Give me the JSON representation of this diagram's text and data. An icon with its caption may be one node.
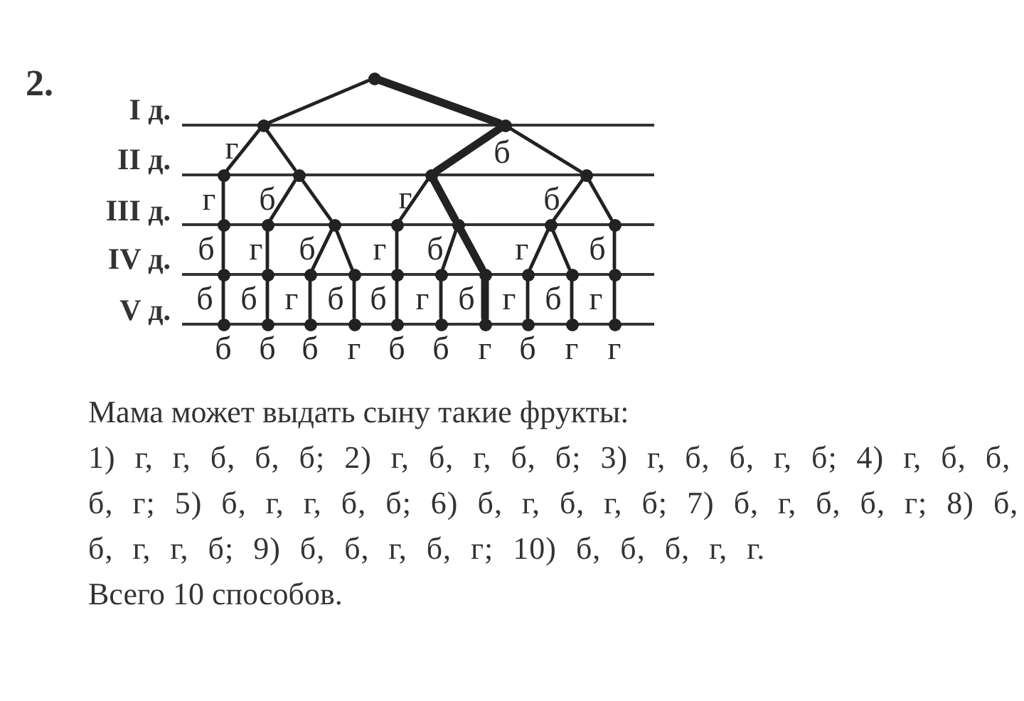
{
  "diagram": {
    "nodes": [
      {
        "text": [],
        "shape": "circle"
      },
      {
        "text": [],
        "shape": "circle",
        "beside": [
          "г"
        ]
      },
      {
        "text": [],
        "shape": "circle",
        "beside": [
          "б"
        ]
      },
      {
        "text": [],
        "shape": "circle",
        "beside": [
          "г"
        ]
      },
      {
        "text": [],
        "shape": "circle",
        "beside": [
          "б"
        ]
      },
      {
        "text": [],
        "shape": "circle",
        "beside": [
          "г"
        ]
      },
      {
        "text": [],
        "shape": "circle",
        "beside": [
          "б"
        ]
      },
      {
        "text": [],
        "shape": "circle",
        "beside": [
          "б"
        ]
      },
      {
        "text": [],
        "shape": "circle",
        "beside": [
          "г"
        ]
      },
      {
        "text": [],
        "shape": "circle",
        "beside": [
          "б"
        ]
      },
      {
        "text": [],
        "shape": "circle",
        "beside": [
          "г"
        ]
      },
      {
        "text": [],
        "shape": "circle",
        "beside": [
          "б"
        ]
      },
      {
        "text": [],
        "shape": "circle",
        "beside": [
          "г"
        ]
      },
      {
        "text": [],
        "shape": "circle",
        "beside": [
          "б"
        ]
      },
      {
        "text": [],
        "shape": "circle",
        "beside": [
          "б"
        ]
      },
      {
        "text": [],
        "shape": "circle",
        "beside": [
          "б"
        ]
      },
      {
        "text": [],
        "shape": "circle",
        "beside": [
          "г"
        ]
      },
      {
        "text": [],
        "shape": "circle",
        "beside": [
          "б"
        ]
      },
      {
        "text": [],
        "shape": "circle",
        "beside": [
          "б"
        ]
      },
      {
        "text": [],
        "shape": "circle",
        "beside": [
          "г"
        ]
      },
      {
        "text": [],
        "shape": "circle",
        "beside": [
          "б"
        ]
      },
      {
        "text": [],
        "shape": "circle",
        "beside": [
          "г"
        ]
      },
      {
        "text": [],
        "shape": "circle",
        "beside": [
          "б"
        ]
      },
      {
        "text": [],
        "shape": "circle",
        "beside": [
          "г"
        ]
      },
      {
        "text": [],
        "shape": "circle",
        "beside": [
          "б"
        ]
      },
      {
        "text": [],
        "shape": "circle",
        "beside": [
          "б"
        ]
      },
      {
        "text": [],
        "shape": "circle",
        "beside": [
          "б"
        ]
      },
      {
        "text": [],
        "shape": "circle",
        "beside": [
          "г"
        ]
      },
      {
        "text": [],
        "shape": "circle",
        "beside": [
          "б"
        ]
      },
      {
        "text": [],
        "shape": "circle",
        "beside": [
          "б"
        ]
      },
      {
        "text": [],
        "shape": "circle",
        "beside": [
          "г"
        ]
      },
      {
        "text": [],
        "shape": "circle",
        "beside": [
          "б"
        ]
      },
      {
        "text": [],
        "shape": "circle",
        "beside": [
          "г"
        ]
      },
      {
        "text": [],
        "shape": "circle",
        "beside": [
          "г"
        ]
      }
    ],
    "edges": [
      {
        "from": 0,
        "to": 1,
        "arrow": "none"
      },
      {
        "from": 0,
        "to": 2,
        "arrow": "none",
        "style": "thick"
      },
      {
        "from": 1,
        "to": 3,
        "arrow": "none"
      },
      {
        "from": 1,
        "to": 4,
        "arrow": "none"
      },
      {
        "from": 2,
        "to": 5,
        "arrow": "none",
        "style": "thick"
      },
      {
        "from": 2,
        "to": 6,
        "arrow": "none"
      },
      {
        "from": 3,
        "to": 7,
        "arrow": "none"
      },
      {
        "from": 4,
        "to": 8,
        "arrow": "none"
      },
      {
        "from": 4,
        "to": 9,
        "arrow": "none"
      },
      {
        "from": 5,
        "to": 10,
        "arrow": "none"
      },
      {
        "from": 5,
        "to": 11,
        "arrow": "none",
        "style": "thick"
      },
      {
        "from": 6,
        "to": 12,
        "arrow": "none"
      },
      {
        "from": 6,
        "to": 13,
        "arrow": "none"
      },
      {
        "from": 7,
        "to": 14,
        "arrow": "none"
      },
      {
        "from": 8,
        "to": 15,
        "arrow": "none"
      },
      {
        "from": 9,
        "to": 16,
        "arrow": "none"
      },
      {
        "from": 9,
        "to": 17,
        "arrow": "none"
      },
      {
        "from": 10,
        "to": 18,
        "arrow": "none"
      },
      {
        "from": 11,
        "to": 19,
        "arrow": "none"
      },
      {
        "from": 11,
        "to": 20,
        "arrow": "none",
        "style": "thick"
      },
      {
        "from": 12,
        "to": 21,
        "arrow": "none"
      },
      {
        "from": 12,
        "to": 22,
        "arrow": "none"
      },
      {
        "from": 13,
        "to": 23,
        "arrow": "none"
      },
      {
        "from": 14,
        "to": 24,
        "arrow": "none"
      },
      {
        "from": 15,
        "to": 25,
        "arrow": "none"
      },
      {
        "from": 16,
        "to": 26,
        "arrow": "none"
      },
      {
        "from": 17,
        "to": 27,
        "arrow": "none"
      },
      {
        "from": 18,
        "to": 28,
        "arrow": "none"
      },
      {
        "from": 19,
        "to": 29,
        "arrow": "none"
      },
      {
        "from": 20,
        "to": 30,
        "arrow": "none",
        "style": "thick"
      },
      {
        "from": 21,
        "to": 31,
        "arrow": "none"
      },
      {
        "from": 22,
        "to": 32,
        "arrow": "none"
      },
      {
        "from": 23,
        "to": 33,
        "arrow": "none"
      }
    ],
    "labels": [
      "2.",
      "I д.",
      "II д.",
      "III д.",
      "IV д.",
      "V д.",
      "Мама может выдать сыну такие фрукты:",
      "1) г, г, б, б, б; 2) г, б, г, б, б; 3) г, б, б, г, б; 4) г, б, б, б, г; 5) б, г, г, б, б; 6) б, г, б, г, б; 7) б, г, б, б, г; 8) б, б, г, г, б; 9) б, б, г, б, г; 10) б, б, б, г, г.",
      "Всего 10 способов."
    ]
  }
}
